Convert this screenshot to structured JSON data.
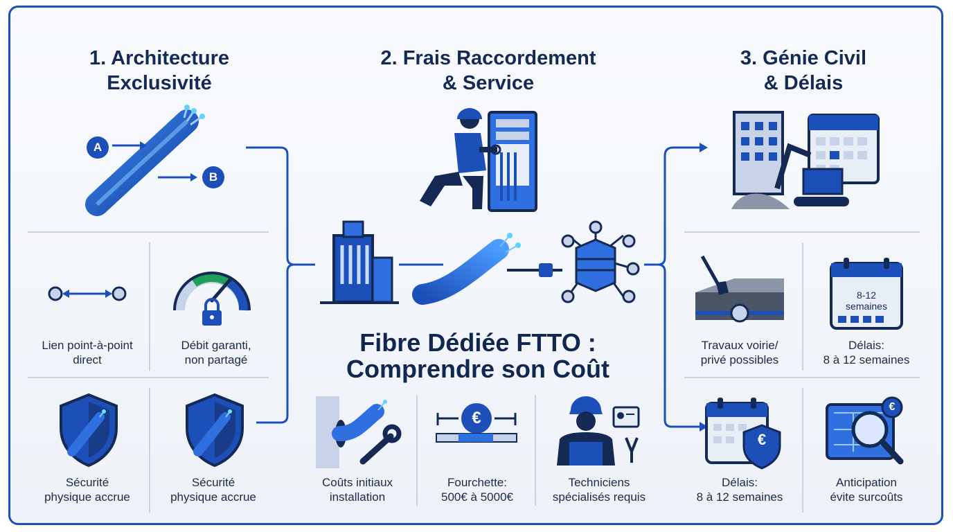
{
  "main_title": "Fibre Dédiée FTTO :\nComprendre son Coût",
  "sections": {
    "architecture": {
      "title": "1. Architecture\nExclusivité",
      "endpoint_a": "A",
      "endpoint_b": "B",
      "items": [
        {
          "label": "Lien point-à-point\ndirect",
          "icon": "point-to-point-icon"
        },
        {
          "label": "Débit garanti,\nnon partagé",
          "icon": "gauge-lock-icon"
        },
        {
          "label": "Sécurité\nphysique accrue",
          "icon": "shield-fiber-icon"
        },
        {
          "label": "Sécurité\nphysique accrue",
          "icon": "shield-fiber-icon"
        }
      ]
    },
    "raccordement": {
      "title": "2. Frais Raccordement\n& Service",
      "items": [
        {
          "label": "Coûts initiaux\ninstallation",
          "icon": "wall-fiber-wrench-icon"
        },
        {
          "label": "Fourchette:\n500€ à 5000€",
          "icon": "euro-range-icon",
          "symbol": "€"
        },
        {
          "label": "Techniciens\nspécialisés requis",
          "icon": "technician-icon"
        }
      ]
    },
    "genie_civil": {
      "title": "3. Génie Civil\n& Délais",
      "items": [
        {
          "label": "Travaux voirie/\nprivé possibles",
          "icon": "road-works-icon"
        },
        {
          "label": "Délais:\n8 à 12 semaines",
          "icon": "calendar-icon",
          "calendar_text": "8-12\nsemaines"
        },
        {
          "label": "Délais:\n8 à 12 semaines",
          "icon": "calendar-euro-shield-icon",
          "symbol": "€"
        },
        {
          "label": "Anticipation\névite surcoûts",
          "icon": "blueprint-magnifier-icon",
          "symbol": "€"
        }
      ]
    }
  },
  "colors": {
    "primary": "#1d4fb8",
    "dark": "#142a55",
    "accent_light": "#4aa8ff",
    "gauge_green": "#1e9e5a",
    "divider": "#c9d3e3"
  }
}
